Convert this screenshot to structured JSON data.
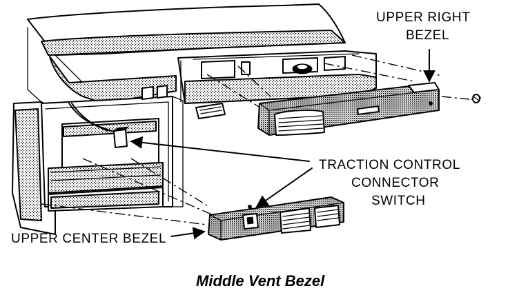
{
  "labels": {
    "upper_right_bezel_line1": "UPPER RIGHT",
    "upper_right_bezel_line2": "BEZEL",
    "traction_line1": "TRACTION CONTROL",
    "traction_line2": "CONNECTOR",
    "traction_line3": "SWITCH",
    "upper_center_bezel": "UPPER CENTER BEZEL"
  },
  "caption": "Middle Vent Bezel"
}
